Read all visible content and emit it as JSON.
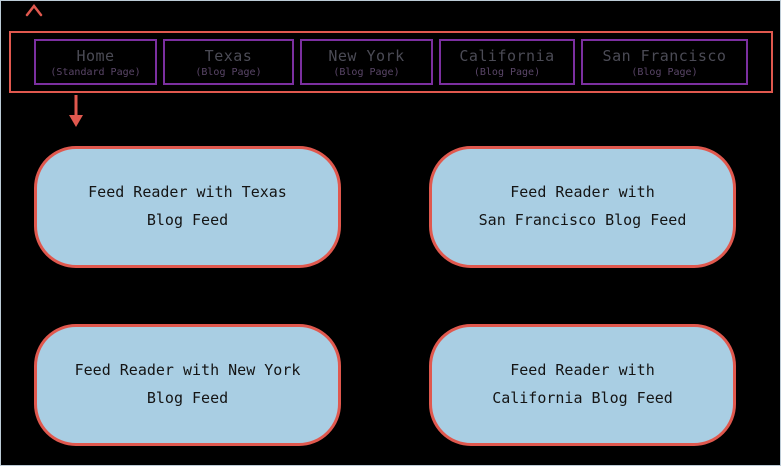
{
  "colors": {
    "background": "#000000",
    "canvas_border": "#bccbd6",
    "nav_container_border": "#e0584e",
    "nav_item_border": "#7b2fa0",
    "nav_title_color": "#4b4b55",
    "nav_subtitle_color": "#5a4668",
    "arrow_color": "#e0584e",
    "feed_fill": "#a9cee3",
    "feed_border": "#e0584e",
    "feed_text_color": "#141414"
  },
  "icons": {
    "top_marker": "chevron-up",
    "flow_arrow": "arrow-down"
  },
  "nav": {
    "items": [
      {
        "title": "Home",
        "subtitle": "(Standard Page)"
      },
      {
        "title": "Texas",
        "subtitle": "(Blog Page)"
      },
      {
        "title": "New York",
        "subtitle": "(Blog Page)"
      },
      {
        "title": "California",
        "subtitle": "(Blog Page)"
      },
      {
        "title": "San Francisco",
        "subtitle": "(Blog Page)"
      }
    ]
  },
  "feeds": [
    {
      "label": "Feed Reader with Texas\nBlog Feed"
    },
    {
      "label": "Feed Reader with\nSan Francisco Blog Feed"
    },
    {
      "label": "Feed Reader with New York\nBlog Feed"
    },
    {
      "label": "Feed Reader with\nCalifornia Blog Feed"
    }
  ]
}
